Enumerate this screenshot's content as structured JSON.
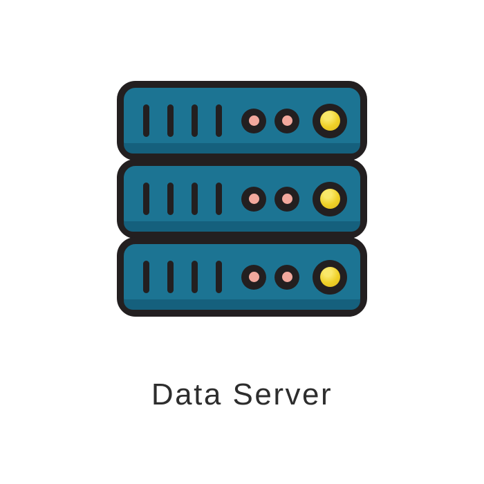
{
  "caption": {
    "label": "Data Server"
  },
  "icon": {
    "name": "data-server-icon",
    "server_count": 3,
    "slots_per_server": 4,
    "small_indicators_per_server": 2,
    "large_indicators_per_server": 1,
    "colors": {
      "body_teal": "#1C7493",
      "body_shadow_teal": "#15607D",
      "outline_black": "#231F20",
      "indicator_pink": "#F2A89D",
      "indicator_yellow": "#EFD028",
      "indicator_yellow_highlight": "#F9E86A",
      "indicator_yellow_dark": "#DFB91C",
      "background": "#FFFFFF",
      "caption_text": "#2D2D2D"
    }
  }
}
